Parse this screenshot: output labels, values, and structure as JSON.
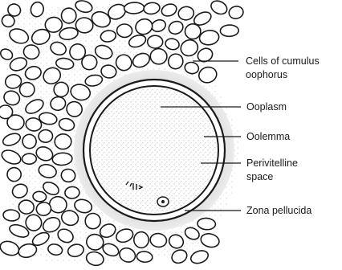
{
  "labels": {
    "cumulus_line1": "Cells of cumulus",
    "cumulus_line2": "oophorus",
    "ooplasm": "Ooplasm",
    "oolemma": "Oolemma",
    "perivitelline_line1": "Perivitelline",
    "perivitelline_line2": "space",
    "zona": "Zona pellucida"
  },
  "colors": {
    "ink": "#1a1a1a",
    "zona_fill": "#d7d7d7",
    "ooplasm_stipple": "#555555",
    "background": "#ffffff"
  }
}
